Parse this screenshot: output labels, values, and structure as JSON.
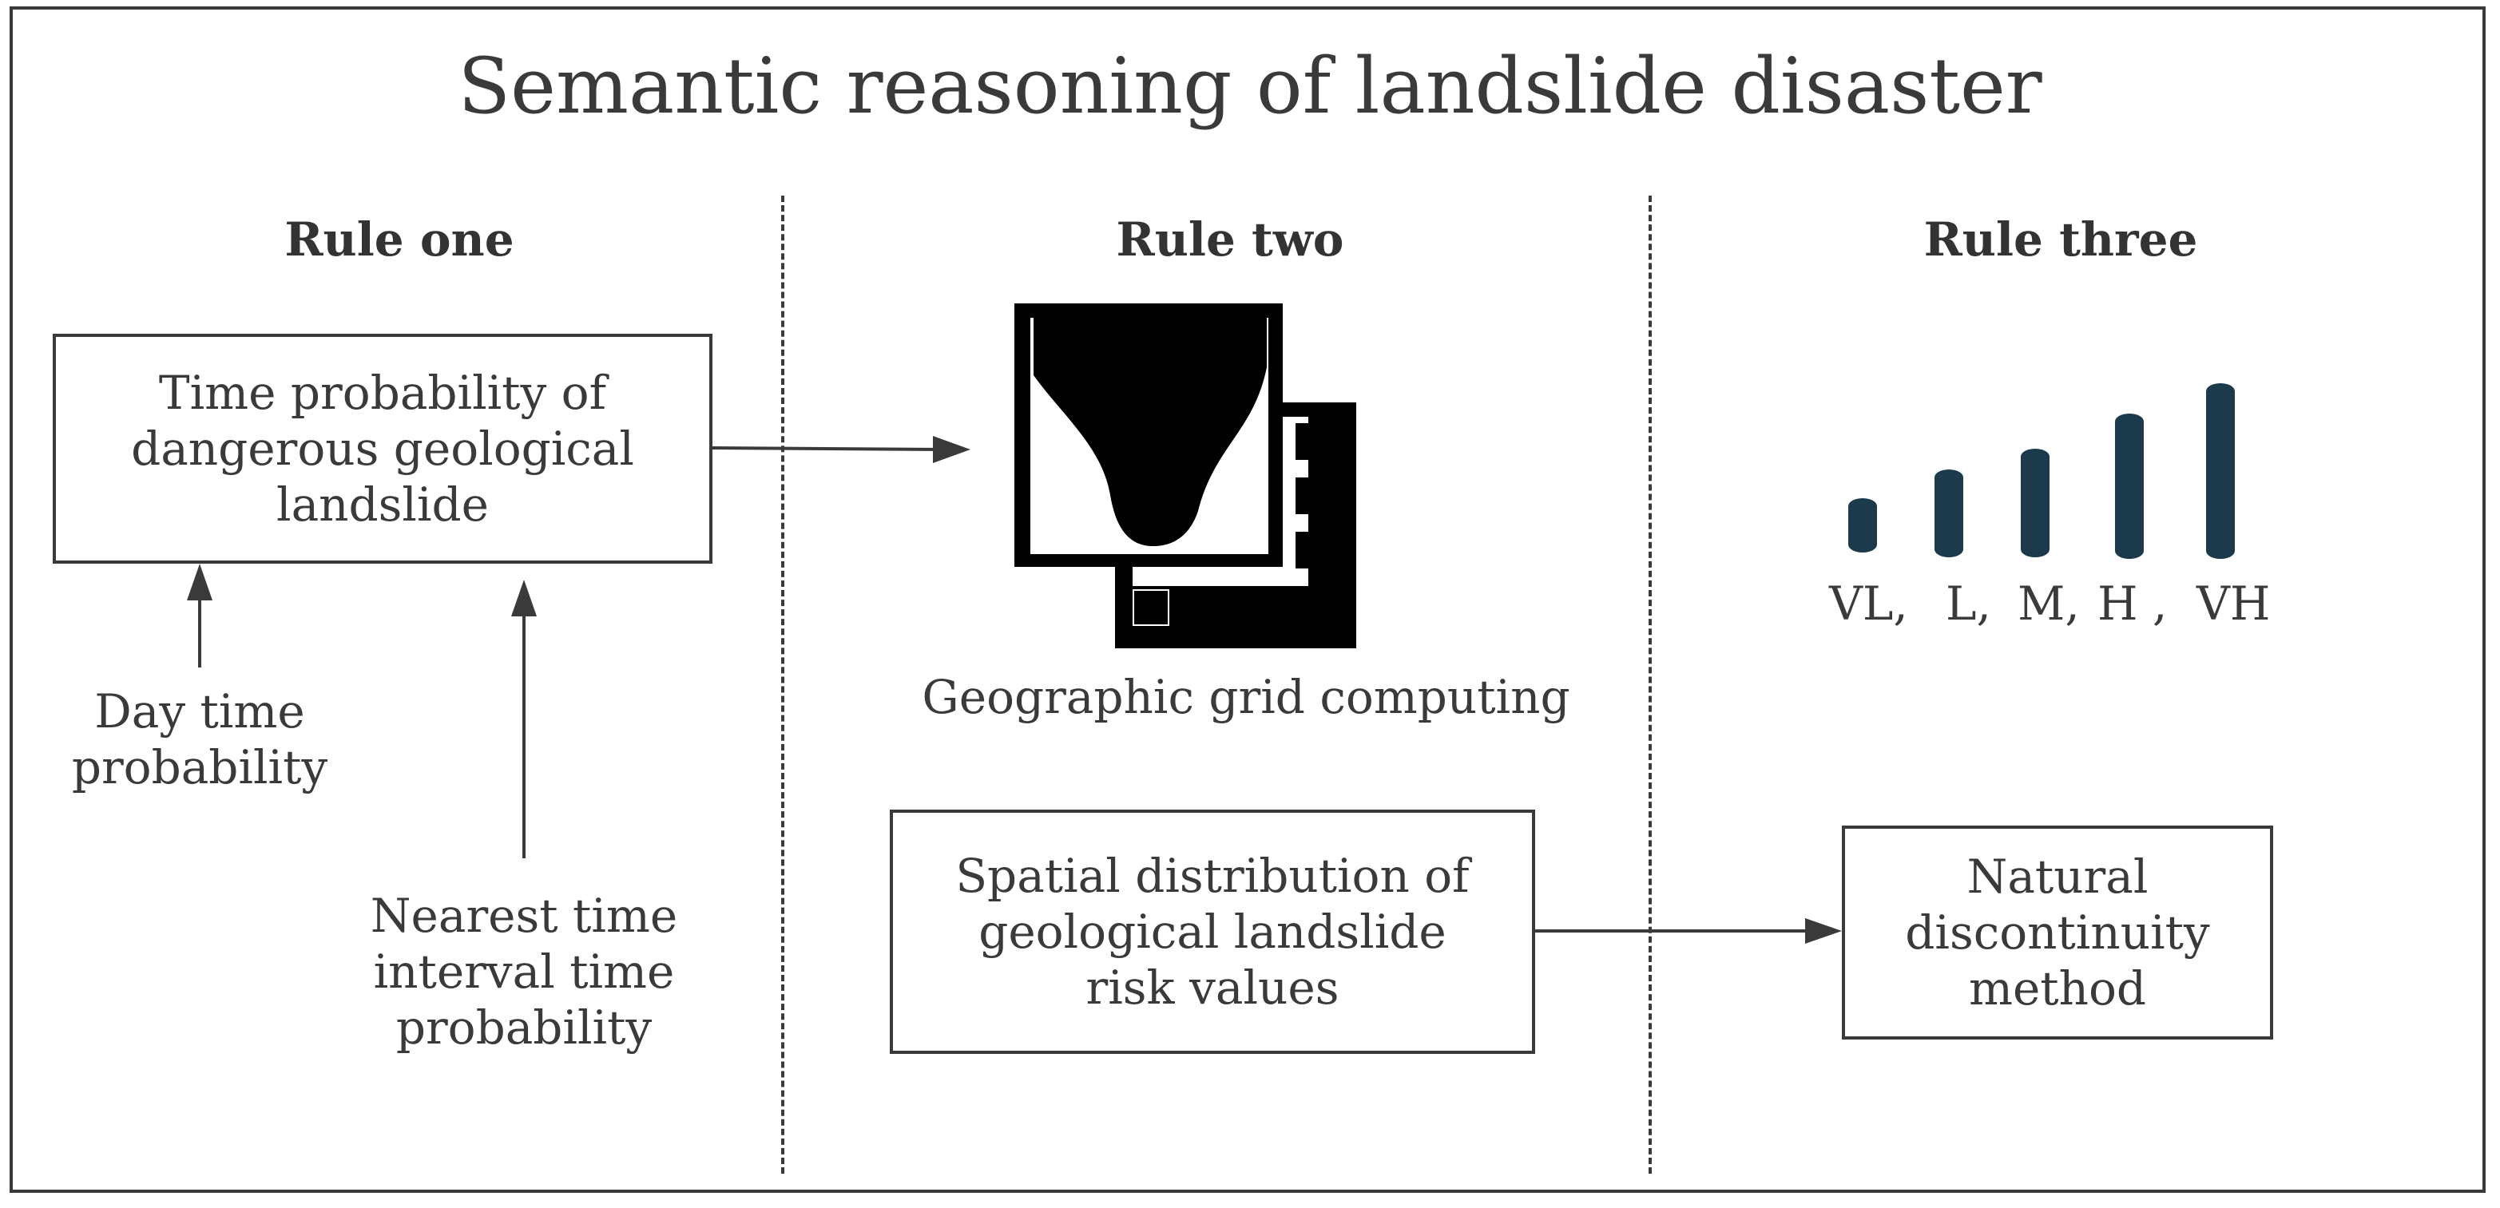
{
  "title": "Semantic reasoning of landslide disaster",
  "rules": {
    "one": {
      "heading": "Rule one",
      "box_text": [
        "Time probability of",
        "dangerous geological",
        "landslide"
      ],
      "input_a": [
        "Day time",
        "probability"
      ],
      "input_b": [
        "Nearest time",
        "interval time",
        "probability"
      ]
    },
    "two": {
      "heading": "Rule two",
      "icon": "grid-map-icon",
      "icon_label": "Geographic grid computing",
      "box_text": [
        "Spatial distribution of",
        "geological landslide",
        "risk values"
      ]
    },
    "three": {
      "heading": "Rule three",
      "icon": "bar-levels-icon",
      "levels": [
        "VL,",
        "L,",
        "M,",
        "H ,",
        "VH"
      ],
      "box_text": [
        "Natural",
        "discontinuity",
        "method"
      ]
    }
  },
  "colors": {
    "line": "#3a3a3a",
    "bars": "#1b3a4b",
    "icon": "#000000"
  }
}
